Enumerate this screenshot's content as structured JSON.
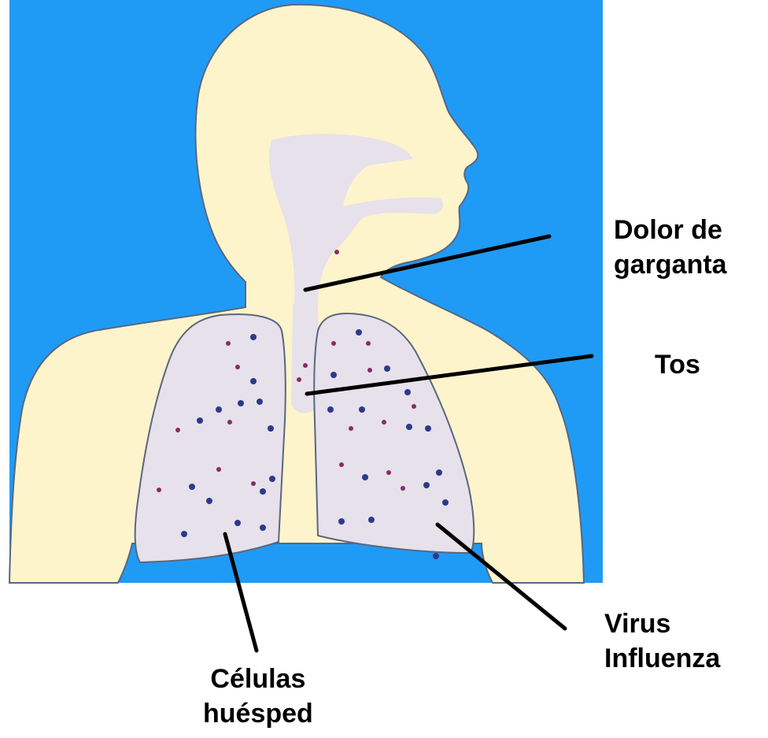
{
  "diagram": {
    "colors": {
      "background_panel": "#1f9bf5",
      "body": "#fdf4cc",
      "airway_lungs": "#e6e1ea",
      "outline": "#5a6680",
      "virus_dot": "#2c3a8c",
      "cell_dot": "#8a2a66",
      "pointer_line": "#000000"
    },
    "labels": {
      "sore_throat": [
        "Dolor de",
        "garganta"
      ],
      "cough": [
        "Tos"
      ],
      "influenza_virus": [
        "Virus",
        "Influenza"
      ],
      "host_cells": [
        "Células",
        "huésped"
      ]
    }
  }
}
